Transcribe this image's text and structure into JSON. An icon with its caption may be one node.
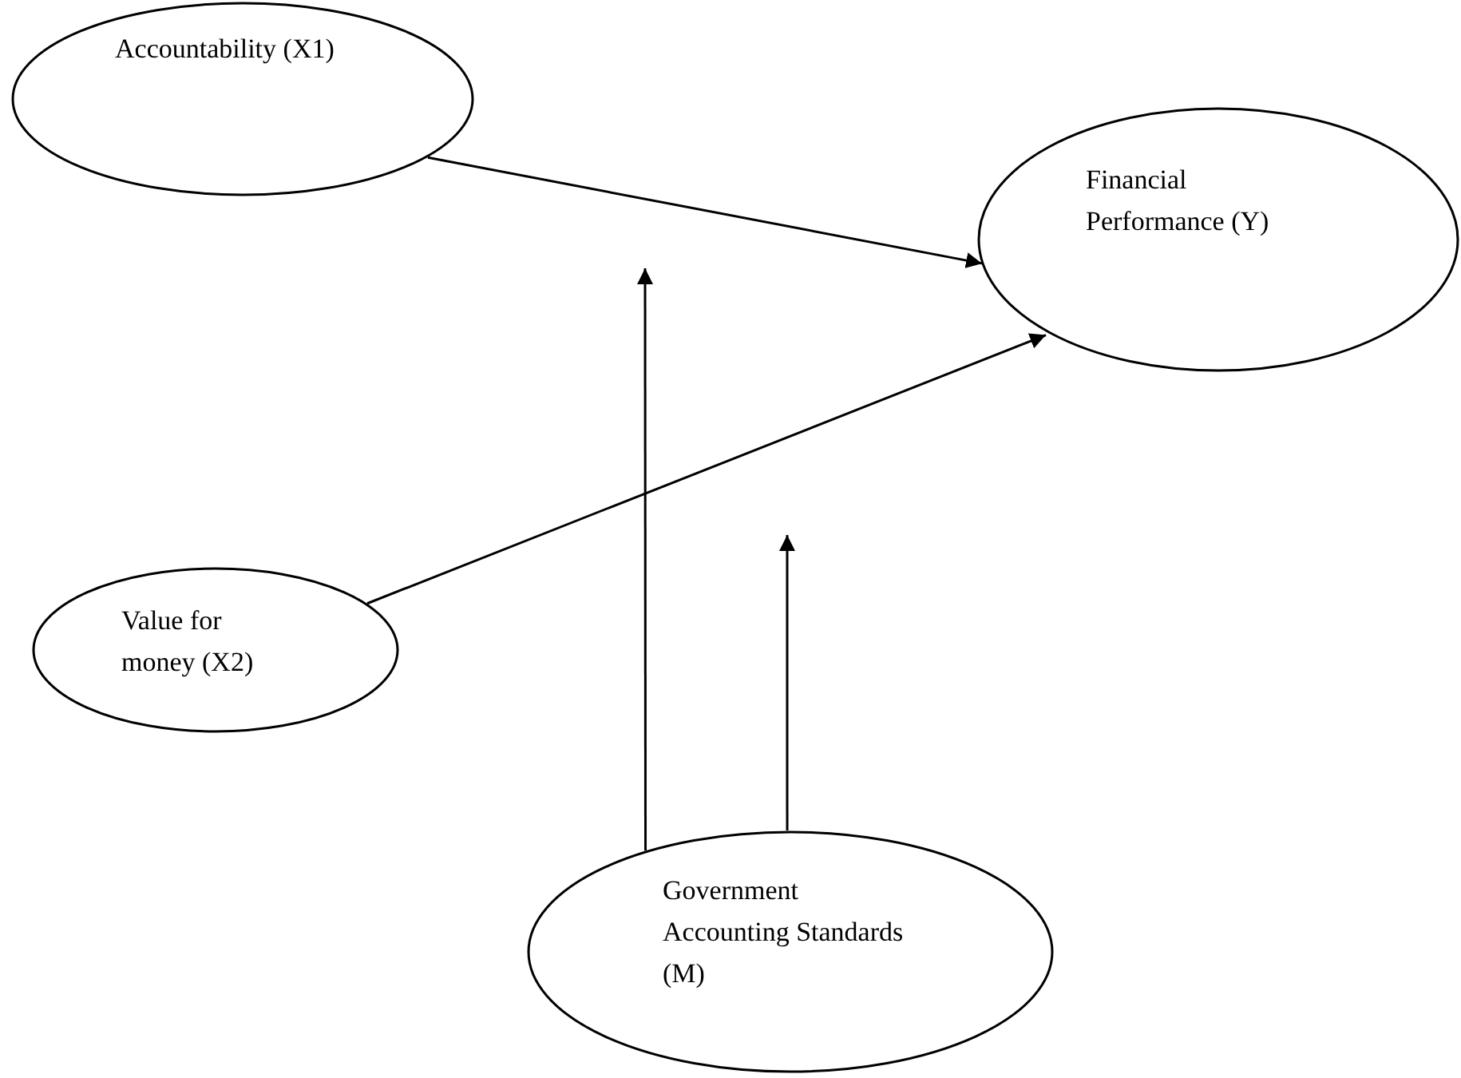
{
  "diagram": {
    "nodes": [
      {
        "text": [
          "Accountability (X1)"
        ]
      },
      {
        "text": [
          "Financial Performance (Y)"
        ]
      },
      {
        "text": [
          "Value for money (X2)"
        ]
      },
      {
        "text": [
          "Government Accounting Standards (M)"
        ]
      }
    ],
    "edges": [
      {
        "from": 0,
        "to": 1,
        "arrow": "to"
      },
      {
        "from": 2,
        "to": 1,
        "arrow": "to"
      },
      {
        "from": 3,
        "to": null,
        "arrow": "to"
      },
      {
        "from": 3,
        "to": null,
        "arrow": "to"
      }
    ]
  }
}
